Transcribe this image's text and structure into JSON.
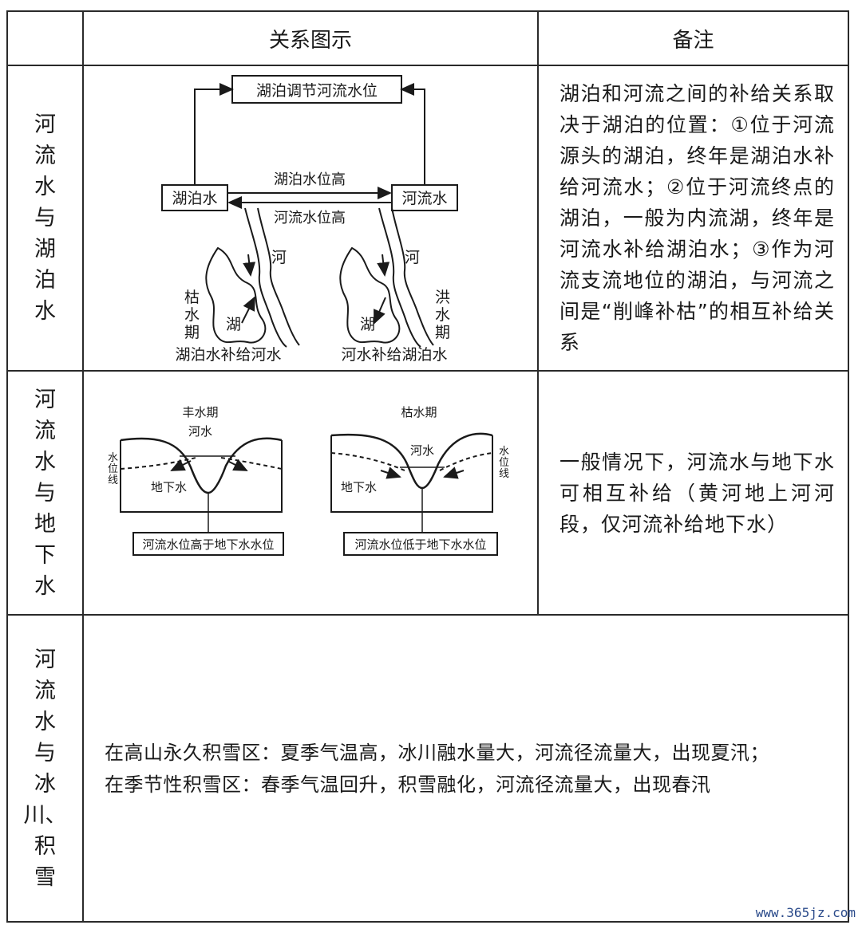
{
  "header": {
    "col_diagram": "关系图示",
    "col_note": "备注"
  },
  "rows": [
    {
      "label": [
        "河",
        "流",
        "水",
        "与",
        "湖",
        "泊",
        "水"
      ],
      "diagram": {
        "top_box": "湖泊调节河流水位",
        "left_box": "湖泊水",
        "right_box": "河流水",
        "upper_arrow_label": "湖泊水位高",
        "lower_arrow_label": "河流水位高",
        "left_map": {
          "river_label": "河",
          "lake_label": "湖",
          "period_label": [
            "枯",
            "水",
            "期"
          ],
          "caption": "湖泊水补给河水"
        },
        "right_map": {
          "river_label": "河",
          "lake_label": "湖",
          "period_label": [
            "洪",
            "水",
            "期"
          ],
          "caption": "河水补给湖泊水"
        }
      },
      "note": "湖泊和河流之间的补给关系取决于湖泊的位置：①位于河流源头的湖泊，终年是湖泊水补给河流水；②位于河流终点的湖泊，一般为内流湖，终年是河流水补给湖泊水；③作为河流支流地位的湖泊，与河流之间是“削峰补枯”的相互补给关系"
    },
    {
      "label": [
        "河",
        "流",
        "水",
        "与",
        "地",
        "下",
        "水"
      ],
      "diagram": {
        "left": {
          "period": "丰水期",
          "river": "河水",
          "ground": "地下水",
          "level_line": [
            "水",
            "位",
            "线"
          ],
          "caption": "河流水位高于地下水水位"
        },
        "right": {
          "period": "枯水期",
          "river": "河水",
          "ground": "地下水",
          "level_line": [
            "水",
            "位",
            "线"
          ],
          "caption": "河流水位低于地下水水位"
        }
      },
      "note": "一般情况下，河流水与地下水可相互补给（黄河地上河河段，仅河流补给地下水）"
    },
    {
      "label": [
        "河",
        "流",
        "水",
        "与",
        "冰",
        "川、",
        "积",
        "雪"
      ],
      "note_lines": [
        "在高山永久积雪区：夏季气温高，冰川融水量大，河流径流量大，出现夏汛；",
        "在季节性积雪区：春季气温回升，积雪融化，河流径流量大，出现春汛"
      ]
    }
  ],
  "watermark": "www.365jz.com"
}
